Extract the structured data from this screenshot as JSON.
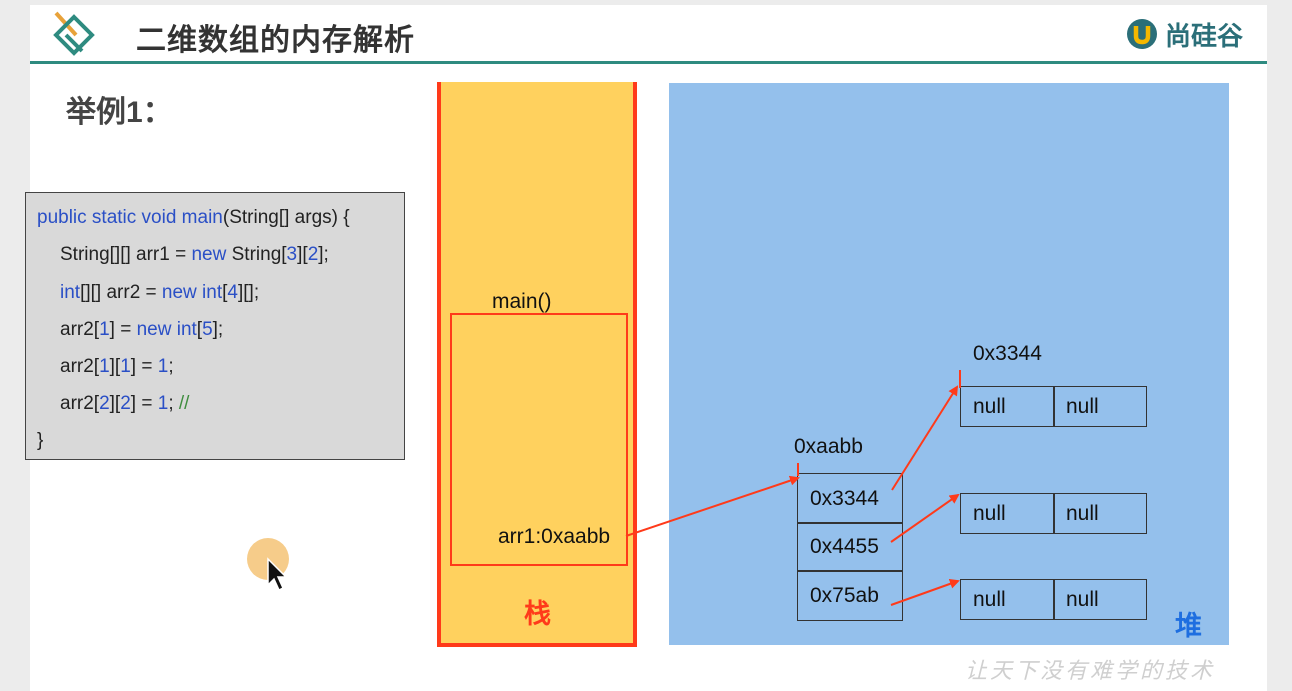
{
  "title": "二维数组的内存解析",
  "brand": {
    "name": "尚硅谷"
  },
  "example_label": "举例1：",
  "code": {
    "line1": {
      "a": "public static void main",
      "b": "(String[] args) {"
    },
    "line2": {
      "a": "String[][] arr1 = ",
      "b": "new",
      "c": " String[",
      "d": "3",
      "e": "][",
      "f": "2",
      "g": "];"
    },
    "line3": {
      "a": "int",
      "b": "[][] arr2 = ",
      "c": "new int",
      "d": "[",
      "e": "4",
      "f": "][];"
    },
    "line4": {
      "a": "arr2[",
      "b": "1",
      "c": "] = ",
      "d": "new int",
      "e": "[",
      "f": "5",
      "g": "];"
    },
    "line5": {
      "a": "arr2[",
      "b": "1",
      "c": "][",
      "d": "1",
      "e": "] = ",
      "f": "1",
      "g": ";"
    },
    "line6": {
      "a": "arr2[",
      "b": "2",
      "c": "][",
      "d": "2",
      "e": "] = ",
      "f": "1",
      "g": "; ",
      "h": "//"
    },
    "line7": "}"
  },
  "stack": {
    "method": "main()",
    "variable": "arr1:0xaabb",
    "label": "栈"
  },
  "heap": {
    "label": "堆",
    "outer_address": "0xaabb",
    "outer_cells": [
      "0x3344",
      "0x4455",
      "0x75ab"
    ],
    "inner_address": "0x3344",
    "inner_arrays": [
      [
        "null",
        "null"
      ],
      [
        "null",
        "null"
      ],
      [
        "null",
        "null"
      ]
    ]
  },
  "slogan": "让天下没有难学的技术",
  "colors": {
    "stack_fill": "#ffd15e",
    "stack_border": "#ff3a1a",
    "heap_fill": "#94c0ec",
    "keyword": "#2a4fc6",
    "arrow": "#ff3a1a"
  }
}
